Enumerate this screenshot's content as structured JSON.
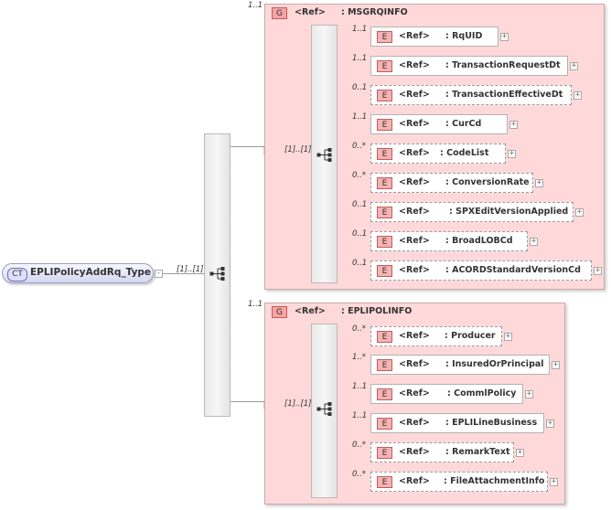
{
  "root": {
    "badge": "CT",
    "name": "EPLIPolicyAddRq_Type",
    "collapse": "-",
    "occurs": "[1]..[1]"
  },
  "groups": [
    {
      "badge": "G",
      "ref": "<Ref>",
      "name": ": MSGRQINFO",
      "occurs": "1..1",
      "seq_occurs": "[1]..[1]",
      "elements": [
        {
          "occurs": "1..1",
          "badge": "E",
          "ref": "<Ref>",
          "name": ": RqUID",
          "optional": false,
          "expand": "+"
        },
        {
          "occurs": "1..1",
          "badge": "E",
          "ref": "<Ref>",
          "name": ": TransactionRequestDt",
          "optional": false,
          "expand": "+"
        },
        {
          "occurs": "0..1",
          "badge": "E",
          "ref": "<Ref>",
          "name": ": TransactionEffectiveDt",
          "optional": true,
          "expand": "+"
        },
        {
          "occurs": "1..1",
          "badge": "E",
          "ref": "<Ref>",
          "name": ": CurCd",
          "optional": false,
          "expand": "+"
        },
        {
          "occurs": "0..*",
          "badge": "E",
          "ref": "<Ref>",
          "name": ": CodeList",
          "optional": true,
          "expand": "+"
        },
        {
          "occurs": "0..*",
          "badge": "E",
          "ref": "<Ref>",
          "name": ": ConversionRate",
          "optional": true,
          "expand": "+"
        },
        {
          "occurs": "0..1",
          "badge": "E",
          "ref": "<Ref>",
          "name": ": SPXEditVersionApplied",
          "optional": true,
          "expand": "+"
        },
        {
          "occurs": "0..1",
          "badge": "E",
          "ref": "<Ref>",
          "name": ": BroadLOBCd",
          "optional": true,
          "expand": "+"
        },
        {
          "occurs": "0..1",
          "badge": "E",
          "ref": "<Ref>",
          "name": ": ACORDStandardVersionCd",
          "optional": true,
          "expand": "+"
        }
      ]
    },
    {
      "badge": "G",
      "ref": "<Ref>",
      "name": ": EPLIPOLINFO",
      "occurs": "1..1",
      "seq_occurs": "[1]..[1]",
      "elements": [
        {
          "occurs": "0..*",
          "badge": "E",
          "ref": "<Ref>",
          "name": ": Producer",
          "optional": true,
          "expand": "+"
        },
        {
          "occurs": "1..*",
          "badge": "E",
          "ref": "<Ref>",
          "name": ": InsuredOrPrincipal",
          "optional": false,
          "expand": "+"
        },
        {
          "occurs": "1..1",
          "badge": "E",
          "ref": "<Ref>",
          "name": ": CommlPolicy",
          "optional": false,
          "expand": "+"
        },
        {
          "occurs": "1..1",
          "badge": "E",
          "ref": "<Ref>",
          "name": ": EPLILineBusiness",
          "optional": false,
          "expand": "+"
        },
        {
          "occurs": "0..*",
          "badge": "E",
          "ref": "<Ref>",
          "name": ": RemarkText",
          "optional": true,
          "expand": "+"
        },
        {
          "occurs": "0..*",
          "badge": "E",
          "ref": "<Ref>",
          "name": ": FileAttachmentInfo",
          "optional": true,
          "expand": "+"
        }
      ]
    }
  ]
}
